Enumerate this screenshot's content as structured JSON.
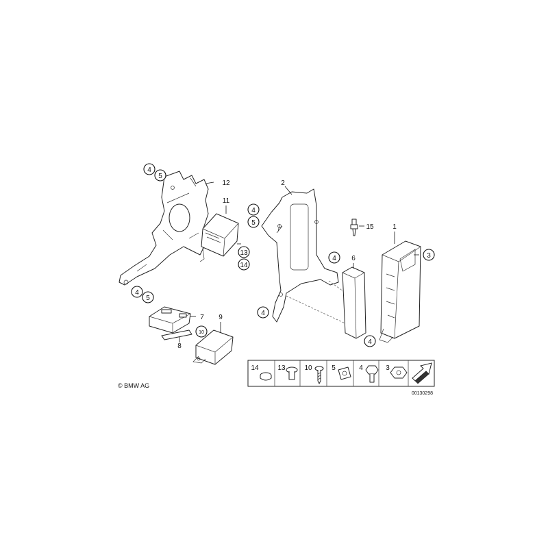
{
  "copyright": "© BMW AG",
  "diagram_number": "00130298",
  "callouts": {
    "c1": "1",
    "c2": "2",
    "c3": "3",
    "c4a": "4",
    "c4b": "4",
    "c4c": "4",
    "c4d": "4",
    "c4e": "4",
    "c4f": "4",
    "c5a": "5",
    "c5b": "5",
    "c5c": "5",
    "c6": "6",
    "c7": "7",
    "c8": "8",
    "c9": "9",
    "c10": "10",
    "c11": "11",
    "c12": "12",
    "c13": "13",
    "c14": "14",
    "c15": "15"
  },
  "hardware_strip": {
    "labels": [
      "14",
      "13",
      "10",
      "5",
      "4",
      "3"
    ],
    "icons": [
      "grommet-icon",
      "torx-bolt-icon",
      "screw-icon",
      "clip-nut-icon",
      "hex-bolt-icon",
      "hex-nut-icon",
      "arrow-icon"
    ]
  }
}
